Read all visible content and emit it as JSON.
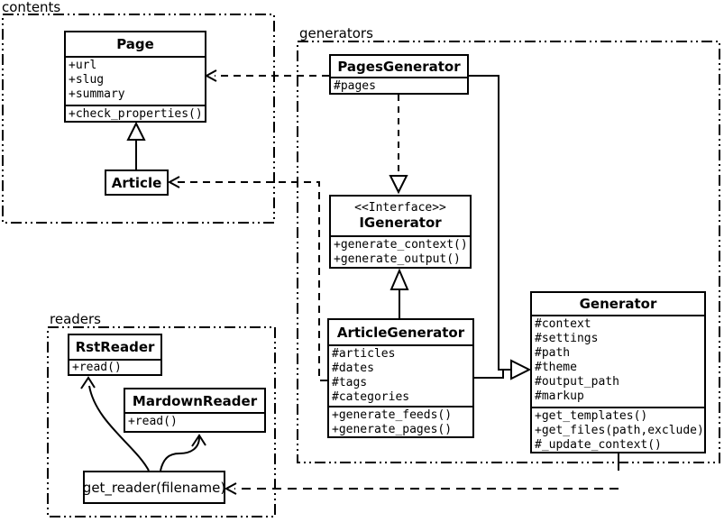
{
  "packages": {
    "contents": {
      "label": "contents"
    },
    "generators": {
      "label": "generators"
    },
    "readers": {
      "label": "readers"
    }
  },
  "classes": {
    "page": {
      "name": "Page",
      "attributes": [
        "+url",
        "+slug",
        "+summary"
      ],
      "methods": [
        "+check_properties()"
      ]
    },
    "article": {
      "name": "Article"
    },
    "pages_generator": {
      "name": "PagesGenerator",
      "attributes": [
        "#pages"
      ]
    },
    "igenerator": {
      "stereotype": "<<Interface>>",
      "name": "IGenerator",
      "methods": [
        "+generate_context()",
        "+generate_output()"
      ]
    },
    "article_generator": {
      "name": "ArticleGenerator",
      "attributes": [
        "#articles",
        "#dates",
        "#tags",
        "#categories"
      ],
      "methods": [
        "+generate_feeds()",
        "+generate_pages()"
      ]
    },
    "generator": {
      "name": "Generator",
      "attributes": [
        "#context",
        "#settings",
        "#path",
        "#theme",
        "#output_path",
        "#markup"
      ],
      "methods": [
        "+get_templates()",
        "+get_files(path,exclude)",
        "#_update_context()"
      ]
    },
    "rst_reader": {
      "name": "RstReader",
      "methods": [
        "+read()"
      ]
    },
    "mardown_reader": {
      "name": "MardownReader",
      "methods": [
        "+read()"
      ]
    },
    "get_reader": {
      "label": "get_reader(filename)"
    }
  },
  "relationships": [
    {
      "from": "Article",
      "to": "Page",
      "type": "generalization"
    },
    {
      "from": "PagesGenerator",
      "to": "IGenerator",
      "type": "realization"
    },
    {
      "from": "ArticleGenerator",
      "to": "IGenerator",
      "type": "generalization"
    },
    {
      "from": "PagesGenerator",
      "to": "Generator",
      "type": "generalization"
    },
    {
      "from": "ArticleGenerator",
      "to": "Generator",
      "type": "generalization"
    },
    {
      "from": "PagesGenerator",
      "to": "Page",
      "type": "dependency"
    },
    {
      "from": "ArticleGenerator",
      "to": "Article",
      "type": "dependency"
    },
    {
      "from": "Generator",
      "to": "get_reader(filename)",
      "type": "dependency"
    },
    {
      "from": "get_reader(filename)",
      "to": "RstReader",
      "type": "dependency"
    },
    {
      "from": "get_reader(filename)",
      "to": "MardownReader",
      "type": "dependency"
    }
  ],
  "colors": {
    "line": "#000000",
    "background": "#ffffff",
    "box_fill": "#ffffff"
  }
}
